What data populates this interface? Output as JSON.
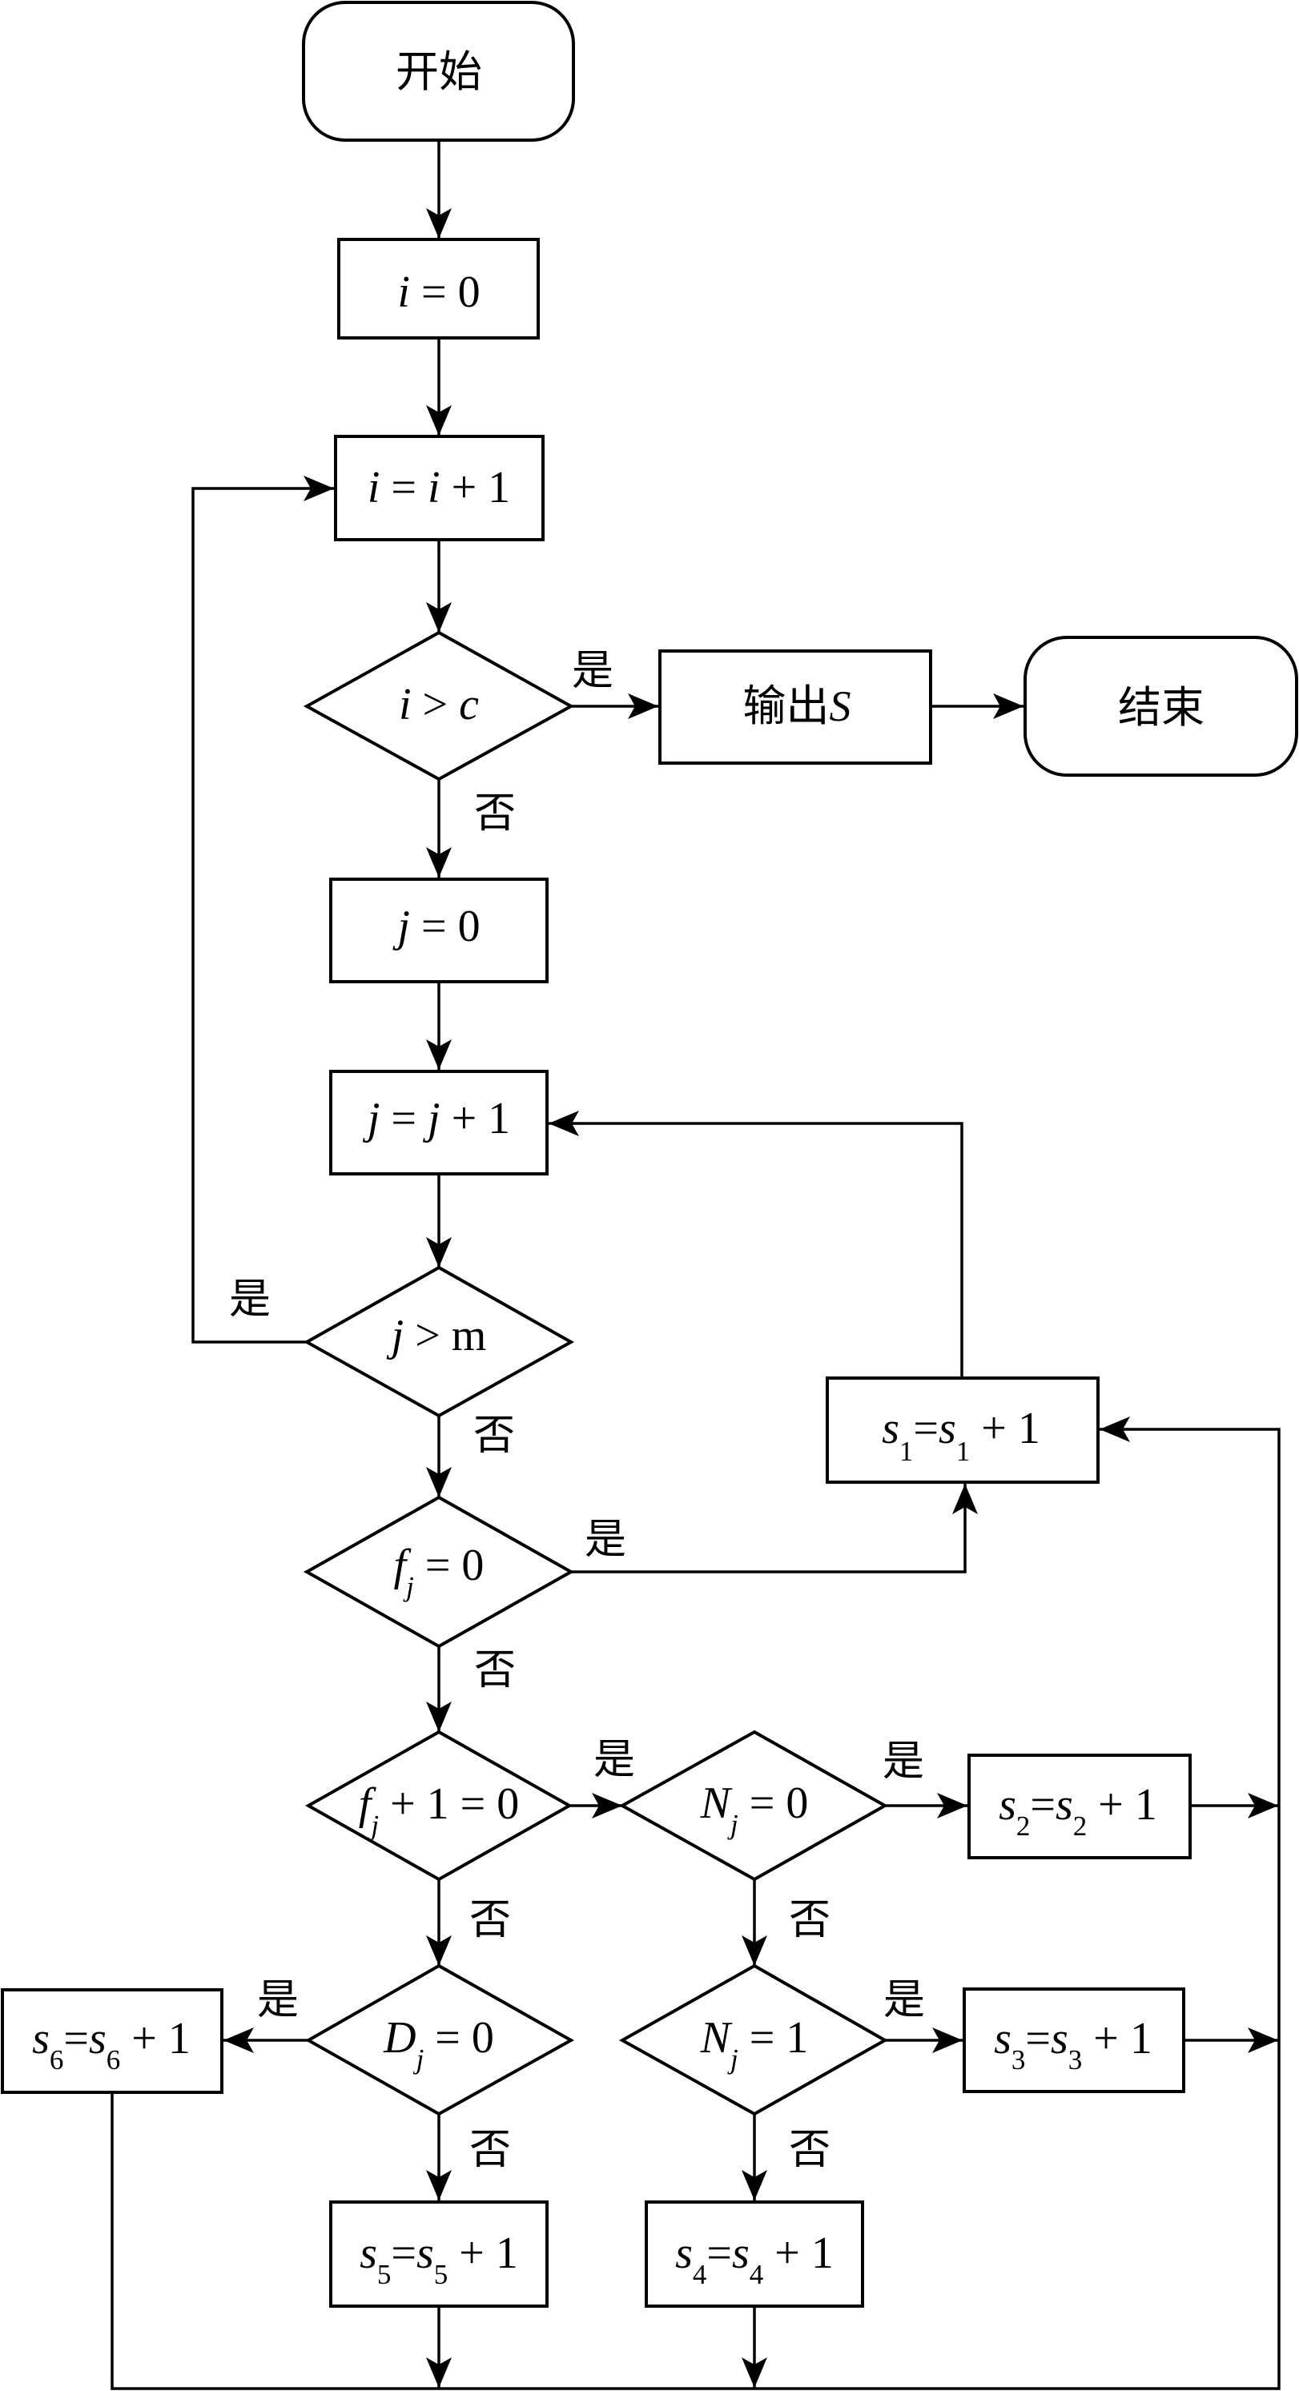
{
  "colors": {
    "ink": "#000000",
    "paper": "#ffffff"
  },
  "diagram": {
    "type": "flowchart",
    "nodes": {
      "start": {
        "shape": "terminal",
        "parts": [
          {
            "t": "开始",
            "role": "text"
          }
        ]
      },
      "init_i": {
        "shape": "process",
        "parts": [
          {
            "t": "i",
            "role": "variable"
          },
          {
            "t": " = 0",
            "role": "text"
          }
        ]
      },
      "inc_i": {
        "shape": "process",
        "parts": [
          {
            "t": "i",
            "role": "variable"
          },
          {
            "t": " = ",
            "role": "text"
          },
          {
            "t": "i",
            "role": "variable"
          },
          {
            "t": " + 1",
            "role": "text"
          }
        ]
      },
      "dec_i": {
        "shape": "decision",
        "parts": [
          {
            "t": "i",
            "role": "variable"
          },
          {
            "t": " > ",
            "role": "text"
          },
          {
            "t": "c",
            "role": "variable"
          }
        ]
      },
      "output": {
        "shape": "process",
        "parts": [
          {
            "t": "输出",
            "role": "text"
          },
          {
            "t": "S",
            "role": "variable"
          }
        ]
      },
      "end": {
        "shape": "terminal",
        "parts": [
          {
            "t": "结束",
            "role": "text"
          }
        ]
      },
      "init_j": {
        "shape": "process",
        "parts": [
          {
            "t": "j",
            "role": "variable"
          },
          {
            "t": " = 0",
            "role": "text"
          }
        ]
      },
      "inc_j": {
        "shape": "process",
        "parts": [
          {
            "t": "j",
            "role": "variable"
          },
          {
            "t": " = ",
            "role": "text"
          },
          {
            "t": "j",
            "role": "variable"
          },
          {
            "t": " + 1",
            "role": "text"
          }
        ]
      },
      "dec_j": {
        "shape": "decision",
        "parts": [
          {
            "t": "j",
            "role": "variable"
          },
          {
            "t": " > m",
            "role": "text"
          }
        ]
      },
      "dec_f0": {
        "shape": "decision",
        "parts": [
          {
            "t": "f",
            "role": "variable"
          },
          {
            "t": "j",
            "role": "subscript"
          },
          {
            "t": " = 0",
            "role": "text"
          }
        ]
      },
      "s1": {
        "shape": "process",
        "parts": [
          {
            "t": "s",
            "role": "variable"
          },
          {
            "t": "1",
            "role": "subscript"
          },
          {
            "t": "=",
            "role": "text"
          },
          {
            "t": "s",
            "role": "variable"
          },
          {
            "t": "1",
            "role": "subscript"
          },
          {
            "t": " + 1",
            "role": "text"
          }
        ]
      },
      "dec_fp1": {
        "shape": "decision",
        "parts": [
          {
            "t": "f",
            "role": "variable"
          },
          {
            "t": "j",
            "role": "subscript"
          },
          {
            "t": " + 1 = 0",
            "role": "text"
          }
        ]
      },
      "dec_n0": {
        "shape": "decision",
        "parts": [
          {
            "t": "N",
            "role": "variable"
          },
          {
            "t": "j",
            "role": "subscript"
          },
          {
            "t": " = 0",
            "role": "text"
          }
        ]
      },
      "s2": {
        "shape": "process",
        "parts": [
          {
            "t": "s",
            "role": "variable"
          },
          {
            "t": "2",
            "role": "subscript"
          },
          {
            "t": "=",
            "role": "text"
          },
          {
            "t": "s",
            "role": "variable"
          },
          {
            "t": "2",
            "role": "subscript"
          },
          {
            "t": " + 1",
            "role": "text"
          }
        ]
      },
      "dec_d0": {
        "shape": "decision",
        "parts": [
          {
            "t": "D",
            "role": "variable"
          },
          {
            "t": "j",
            "role": "subscript"
          },
          {
            "t": " = 0",
            "role": "text"
          }
        ]
      },
      "dec_n1": {
        "shape": "decision",
        "parts": [
          {
            "t": "N",
            "role": "variable"
          },
          {
            "t": "j",
            "role": "subscript"
          },
          {
            "t": " = 1",
            "role": "text"
          }
        ]
      },
      "s3": {
        "shape": "process",
        "parts": [
          {
            "t": "s",
            "role": "variable"
          },
          {
            "t": "3",
            "role": "subscript"
          },
          {
            "t": "=",
            "role": "text"
          },
          {
            "t": "s",
            "role": "variable"
          },
          {
            "t": "3",
            "role": "subscript"
          },
          {
            "t": " + 1",
            "role": "text"
          }
        ]
      },
      "s6": {
        "shape": "process",
        "parts": [
          {
            "t": "s",
            "role": "variable"
          },
          {
            "t": "6",
            "role": "subscript"
          },
          {
            "t": "=",
            "role": "text"
          },
          {
            "t": "s",
            "role": "variable"
          },
          {
            "t": "6",
            "role": "subscript"
          },
          {
            "t": " + 1",
            "role": "text"
          }
        ]
      },
      "s5": {
        "shape": "process",
        "parts": [
          {
            "t": "s",
            "role": "variable"
          },
          {
            "t": "5",
            "role": "subscript"
          },
          {
            "t": "=",
            "role": "text"
          },
          {
            "t": "s",
            "role": "variable"
          },
          {
            "t": "5",
            "role": "subscript"
          },
          {
            "t": " + 1",
            "role": "text"
          }
        ]
      },
      "s4": {
        "shape": "process",
        "parts": [
          {
            "t": "s",
            "role": "variable"
          },
          {
            "t": "4",
            "role": "subscript"
          },
          {
            "t": "=",
            "role": "text"
          },
          {
            "t": "s",
            "role": "variable"
          },
          {
            "t": "4",
            "role": "subscript"
          },
          {
            "t": " + 1",
            "role": "text"
          }
        ]
      }
    },
    "edges": [
      {
        "from": "start",
        "to": "init_i"
      },
      {
        "from": "init_i",
        "to": "inc_i"
      },
      {
        "from": "inc_i",
        "to": "dec_i"
      },
      {
        "from": "dec_i",
        "to": "output",
        "label": "是"
      },
      {
        "from": "output",
        "to": "end"
      },
      {
        "from": "dec_i",
        "to": "init_j",
        "label": "否"
      },
      {
        "from": "init_j",
        "to": "inc_j"
      },
      {
        "from": "inc_j",
        "to": "dec_j"
      },
      {
        "from": "dec_j",
        "to": "inc_i",
        "label": "是"
      },
      {
        "from": "dec_j",
        "to": "dec_f0",
        "label": "否"
      },
      {
        "from": "dec_f0",
        "to": "s1",
        "label": "是"
      },
      {
        "from": "s1",
        "to": "inc_j"
      },
      {
        "from": "dec_f0",
        "to": "dec_fp1",
        "label": "否"
      },
      {
        "from": "dec_fp1",
        "to": "dec_n0",
        "label": "是"
      },
      {
        "from": "dec_n0",
        "to": "s2",
        "label": "是"
      },
      {
        "from": "s2",
        "to": "s1"
      },
      {
        "from": "dec_fp1",
        "to": "dec_d0",
        "label": "否"
      },
      {
        "from": "dec_n0",
        "to": "dec_n1",
        "label": "否"
      },
      {
        "from": "dec_d0",
        "to": "s6",
        "label": "是"
      },
      {
        "from": "dec_n1",
        "to": "s3",
        "label": "是"
      },
      {
        "from": "s3",
        "to": "s1"
      },
      {
        "from": "dec_d0",
        "to": "s5",
        "label": "否"
      },
      {
        "from": "dec_n1",
        "to": "s4",
        "label": "否"
      },
      {
        "from": "s5",
        "to": "s1"
      },
      {
        "from": "s4",
        "to": "s1"
      },
      {
        "from": "s6",
        "to": "s1"
      }
    ]
  }
}
